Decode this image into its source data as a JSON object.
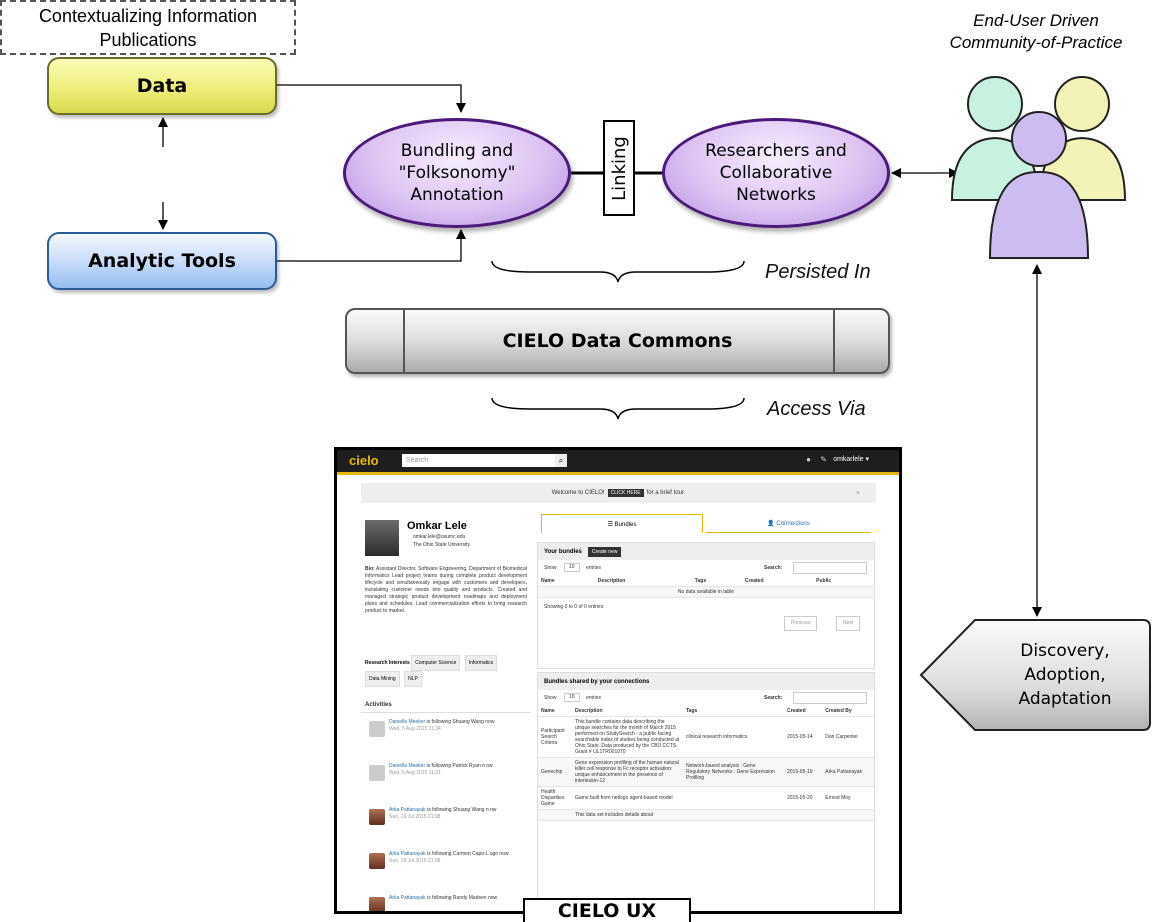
{
  "nodes": {
    "data": "Data",
    "contextualizing_line1": "Contextualizing Information",
    "contextualizing_line2": "Publications",
    "analytic_tools": "Analytic Tools",
    "bundling": [
      "Bundling and",
      "\"Folksonomy\"",
      "Annotation"
    ],
    "linking": "Linking",
    "researchers": [
      "Researchers and",
      "Collaborative",
      "Networks"
    ],
    "community": [
      "End-User Driven",
      "Community-of-Practice"
    ],
    "persisted_in": "Persisted In",
    "data_commons": "CIELO Data Commons",
    "access_via": "Access Via",
    "discovery": [
      "Discovery,",
      "Adoption,",
      "Adaptation"
    ],
    "cielo_ux": "CIELO UX"
  },
  "colors": {
    "data_fill": "#eeee7a",
    "tools_fill": "#c9dcfa",
    "ellipse_fill": "#dcc3f2",
    "person_green": "#c6f2df",
    "person_yellow": "#f3f3b8",
    "person_purple": "#cdbcf0",
    "gold": "#e6b800"
  },
  "screenshot": {
    "logo": "cielo",
    "search_placeholder": "Search",
    "user_menu": "omkarlele ▾",
    "welcome": "Welcome to CIELO!",
    "welcome_btn": "CLICK HERE",
    "welcome_tail": "for a brief tour.",
    "profile": {
      "name": "Omkar Lele",
      "email": "omkar.lele@osumc.edu",
      "org": "The Ohio State University",
      "bio_label": "Bio:",
      "bio": "Assistant Director, Software Engineering, Department of Biomedical Informatics Lead project teams during complete product development lifecycle and simultaneously engage with customers and developers, translating customer needs into quality and products. Created and managed strategic product development roadmaps and deployment plans and schedules. Lead commercialization efforts to bring research product to market.",
      "interests_label": "Research Interests",
      "interests": [
        "Computer Science",
        "Informatics",
        "Data Mining",
        "NLP"
      ]
    },
    "activities_title": "Activities",
    "activities": [
      {
        "who": "Daniella Meeker",
        "what": "is following Shuang Wang now",
        "when": "Wed, 5 Aug 2015 11:34"
      },
      {
        "who": "Daniella Meeker",
        "what": "is following Patrick Ryan n ow",
        "when": "Wed, 5 Aug 2015 11:31"
      },
      {
        "who": "Arka Pattanayak",
        "what": "is following Shuang Wang n ow",
        "when": "Sun, 19 Jul 2015 21:08"
      },
      {
        "who": "Arka Pattanayak",
        "what": "is following Carmen Capo-L ugo now",
        "when": "Sun, 19 Jul 2015 21:08"
      },
      {
        "who": "Arka Pattanayak",
        "what": "is following Randy Madsen now",
        "when": ""
      }
    ],
    "tabs": [
      "☰ Bundles",
      "👤 Connections"
    ],
    "your_bundles": "Your bundles",
    "create_new": "Create new",
    "show_label": "Show",
    "show_value": "10",
    "entries_label": "entries",
    "search_label": "Search:",
    "columns": [
      "Name",
      "Description",
      "Tags",
      "Created",
      "Public"
    ],
    "no_data": "No data available in table",
    "showing": "Showing 0 to 0 of 0 entries",
    "previous": "Previous",
    "next": "Next",
    "shared_title": "Bundles shared by your connections",
    "shared_columns": [
      "Name",
      "Description",
      "Tags",
      "Created",
      "Created By"
    ],
    "shared_rows": [
      {
        "name": "Participant Search Criteria",
        "desc": "This bundle contains data describing the unique searches for the month of March 2015 performed on StudySearch - a public facing searchable index of studies being conducted at Ohio State. Data produced by the CBU CCTS Grant # UL1TR001070",
        "tags": "clinical research informatics",
        "created": "2015-05-14",
        "by": "Dan Carpenter"
      },
      {
        "name": "Genechip",
        "desc": "Gene expression profiling of the human natural killer cell response to Fc receptor activation: unique enhancement in the presence of interleukin-12",
        "tags": "Network-based analysis : Gene Regulatory Networks : Gene Expression Profiling",
        "created": "2015-05-19",
        "by": "Arka Pattanayak"
      },
      {
        "name": "Health Disparities Game",
        "desc": "Game built from netlogo agent-based model",
        "tags": "",
        "created": "2015-05-20",
        "by": "Ernest Moy"
      },
      {
        "name": "",
        "desc": "This data set includes details about",
        "tags": "",
        "created": "",
        "by": ""
      }
    ]
  }
}
